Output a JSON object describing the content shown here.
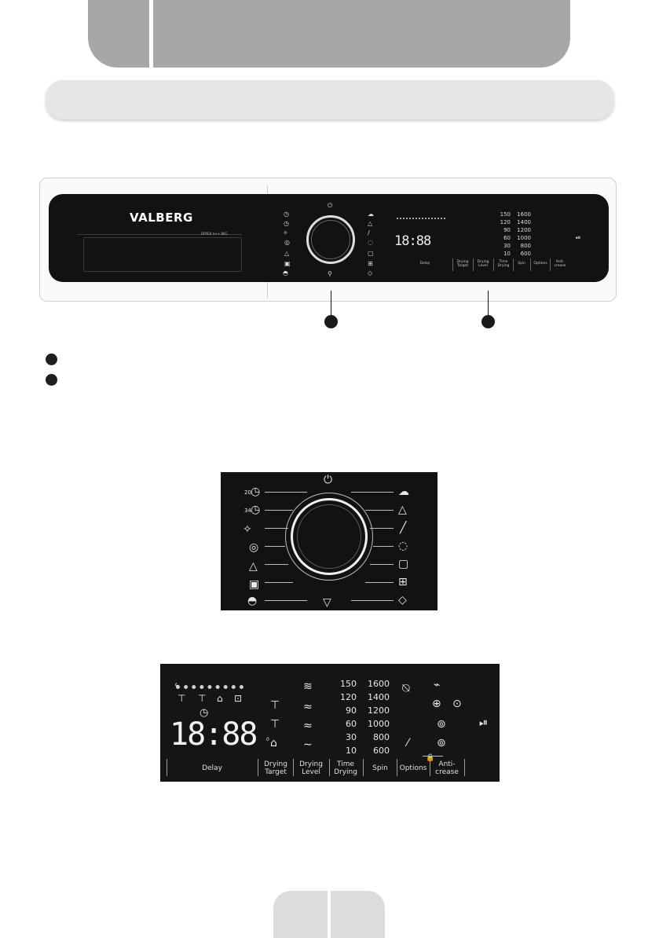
{
  "brand": "VALBERG",
  "model": "DRYER A++ 8KG",
  "mini_panel": {
    "time": "18:88",
    "drying": [
      "150",
      "120",
      "90",
      "60",
      "30",
      "10"
    ],
    "spin": [
      "1600",
      "1400",
      "1200",
      "1000",
      "800",
      "600"
    ],
    "labels": {
      "delay": "Delay",
      "drying_target": "Drying\nTarget",
      "drying_level": "Drying\nLevel",
      "time_drying": "Time\nDrying",
      "spin": "Spin",
      "options": "Options",
      "anti_crease": "Anti-\ncrease"
    }
  },
  "big_dial": {
    "left_numbers": [
      "20",
      "34"
    ]
  },
  "display": {
    "time": "18:88",
    "temp_degree": "0",
    "drying_values": [
      "150",
      "120",
      "90",
      "60",
      "30",
      "10"
    ],
    "spin_values": [
      "1600",
      "1400",
      "1200",
      "1000",
      "800",
      "600"
    ],
    "labels": {
      "delay": "Delay",
      "drying_target": "Drying\nTarget",
      "drying_level": "Drying\nLevel",
      "time_drying": "Time\nDrying",
      "spin": "Spin",
      "options": "Options",
      "anti_crease": "Anti-\ncrease"
    }
  },
  "colors": {
    "header_tab": "#a7a7a7",
    "section_bar": "#e6e6e6",
    "panel": "#121212"
  }
}
